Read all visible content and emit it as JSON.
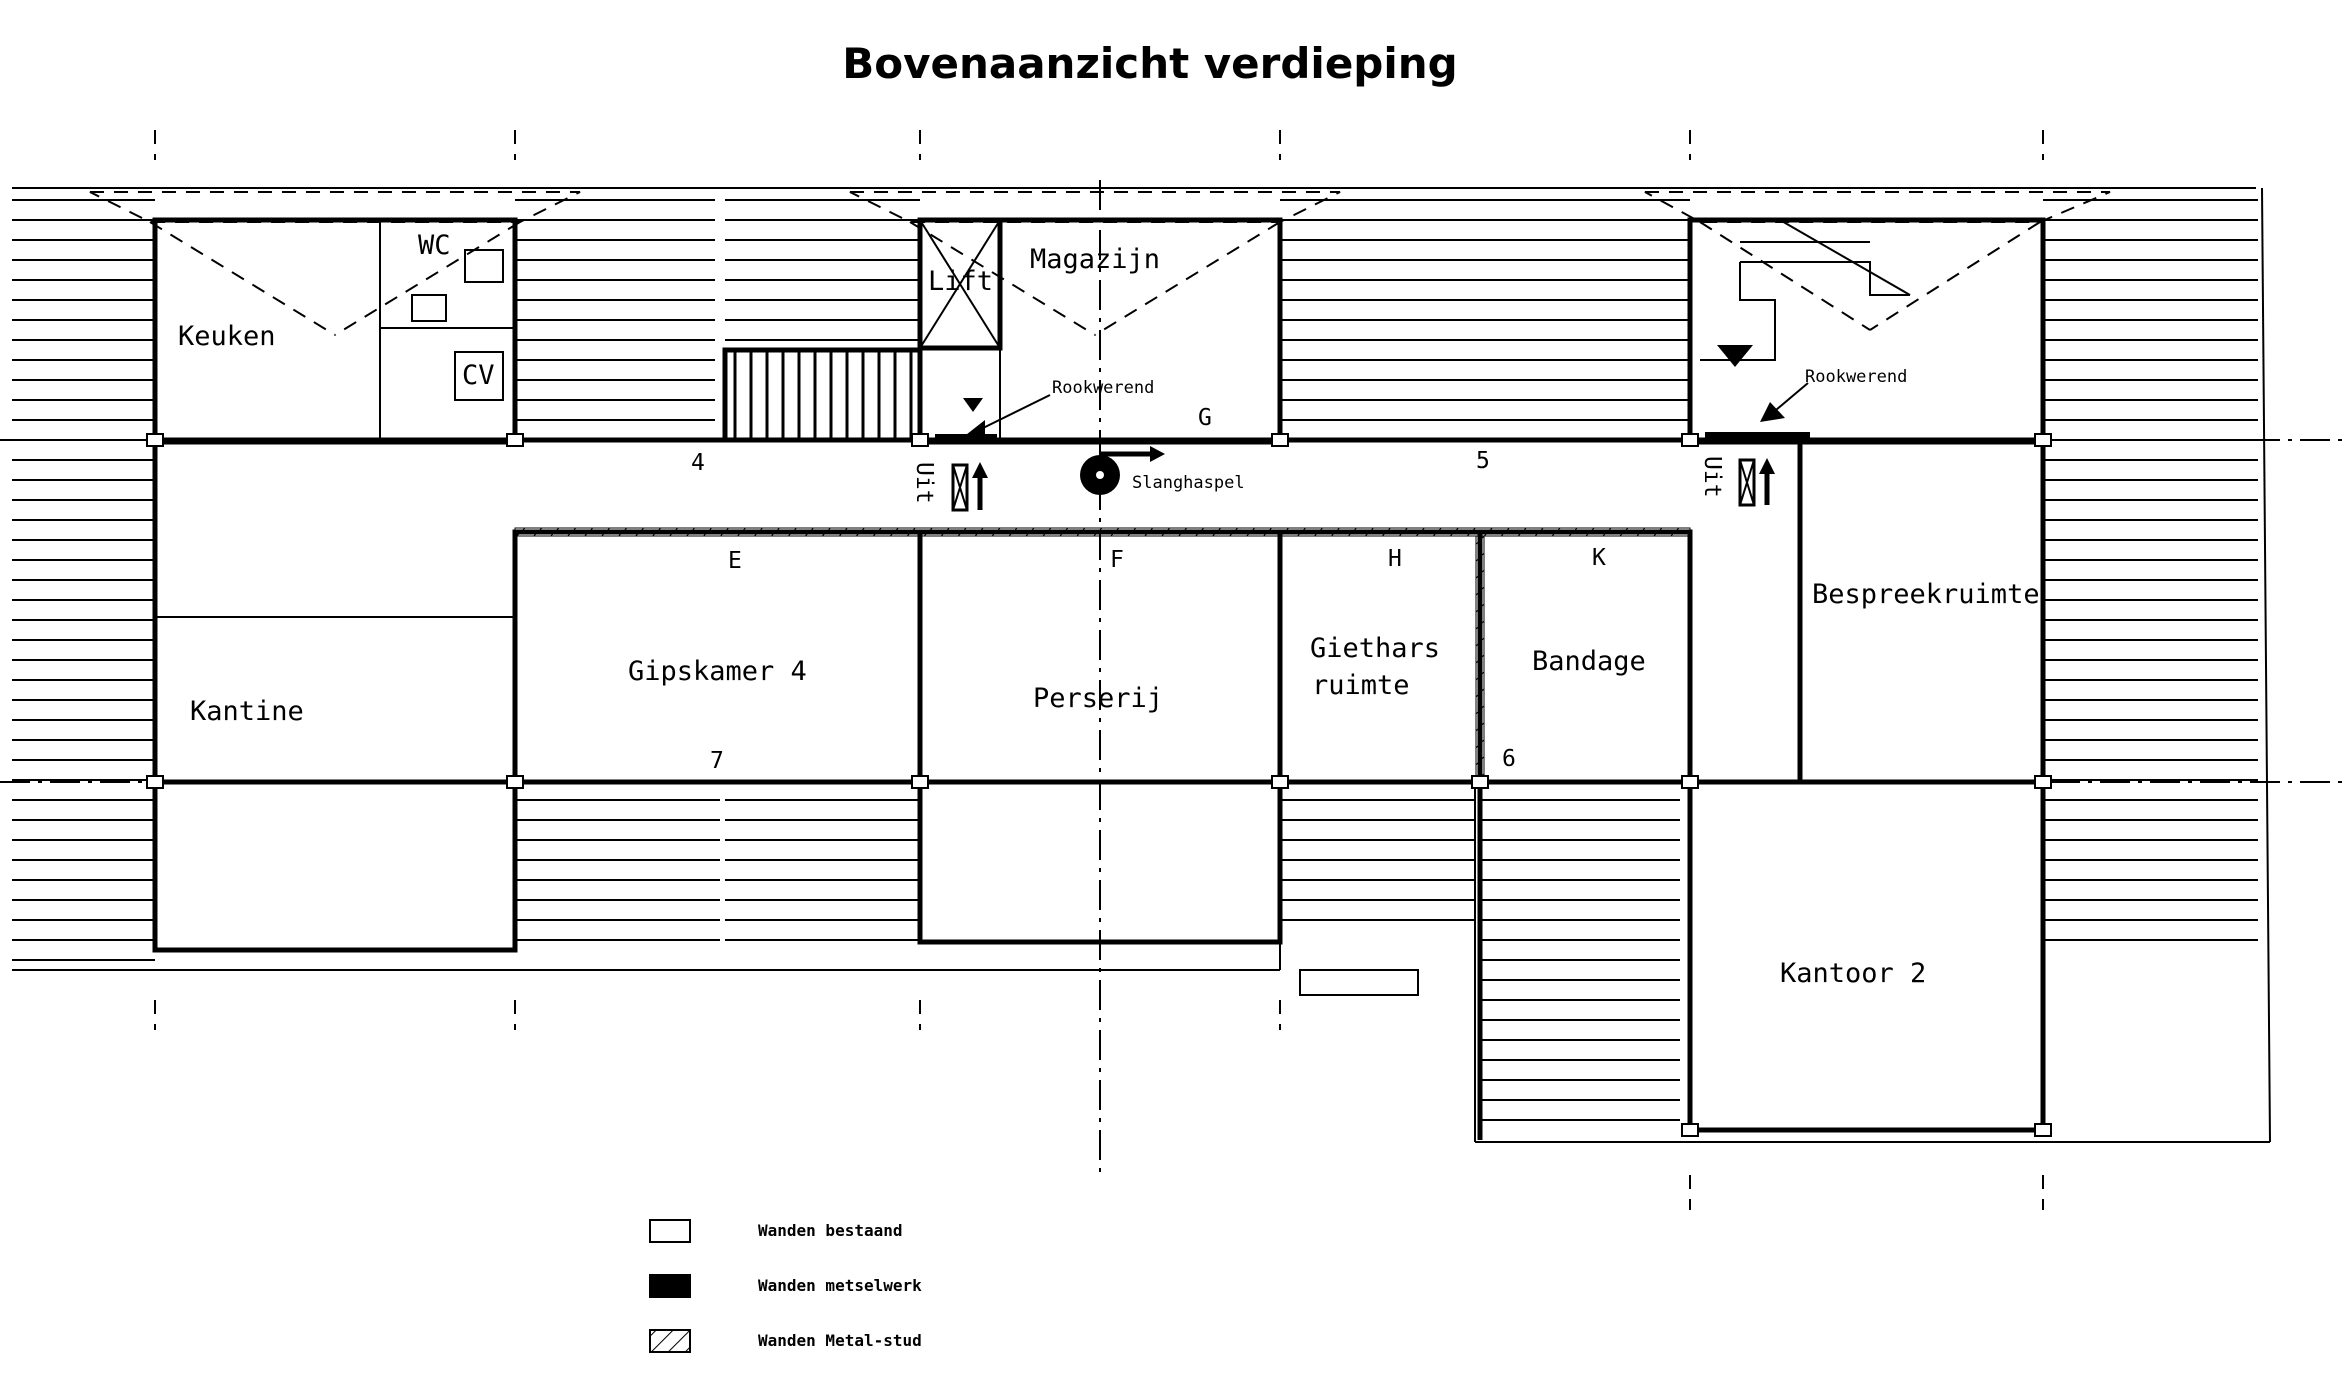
{
  "title": "Bovenaanzicht verdieping",
  "rooms": {
    "keuken": "Keuken",
    "wc": "WC",
    "cv": "CV",
    "lift": "Lift",
    "magazijn": "Magazijn",
    "kantine": "Kantine",
    "gipskamer": "Gipskamer 4",
    "perserij": "Perserij",
    "giethars_1": "Giethars",
    "giethars_2": "ruimte",
    "bandage": "Bandage",
    "bespreekruimte": "Bespreekruimte",
    "kantoor": "Kantoor 2"
  },
  "annotations": {
    "rookwerend_left": "Rookwerend",
    "rookwerend_right": "Rookwerend",
    "uit_left": "Uit",
    "uit_right": "Uit",
    "slanghaspel": "Slanghaspel"
  },
  "grid_labels": {
    "n4": "4",
    "n5": "5",
    "n6": "6",
    "n7": "7",
    "e": "E",
    "f": "F",
    "g": "G",
    "h": "H",
    "k": "K"
  },
  "legend": [
    {
      "label": "Wanden bestaand",
      "swatch": "empty"
    },
    {
      "label": "Wanden metselwerk",
      "swatch": "solid"
    },
    {
      "label": "Wanden Metal-stud",
      "swatch": "hatched"
    }
  ],
  "colors": {
    "ink": "#000000",
    "paper": "#ffffff"
  }
}
